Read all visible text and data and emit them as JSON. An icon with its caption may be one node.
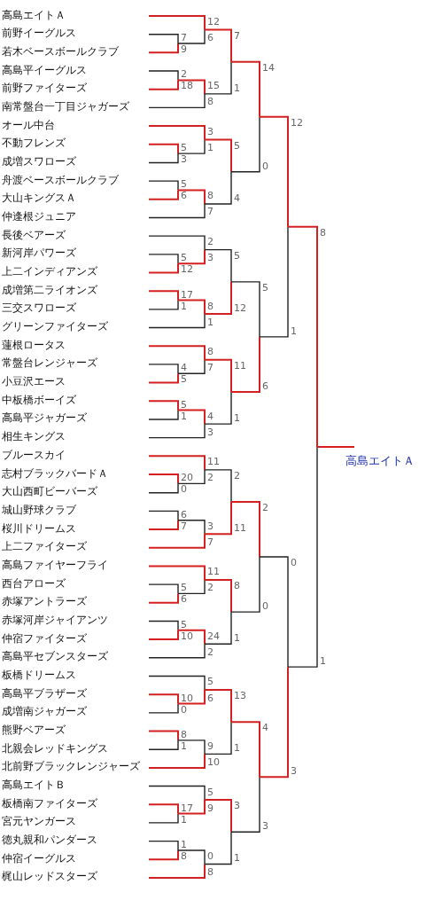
{
  "diagram": {
    "nodes": [
      {
        "text": [
          "高島エイトＡ"
        ]
      },
      {
        "text": [
          "前野イーグルス"
        ]
      },
      {
        "text": [
          "若木ベースボールクラブ"
        ]
      },
      {
        "text": [
          "高島平イーグルス"
        ]
      },
      {
        "text": [
          "前野ファイターズ"
        ]
      },
      {
        "text": [
          "南常盤台一丁目ジャガーズ"
        ]
      },
      {
        "text": [
          "オール中台"
        ]
      },
      {
        "text": [
          "不動フレンズ"
        ]
      },
      {
        "text": [
          "成増スワローズ"
        ]
      },
      {
        "text": [
          "舟渡ベースボールクラブ"
        ]
      },
      {
        "text": [
          "大山キングスＡ"
        ]
      },
      {
        "text": [
          "仲逢根ジュニア"
        ]
      },
      {
        "text": [
          "長後ベアーズ"
        ]
      },
      {
        "text": [
          "新河岸パワーズ"
        ]
      },
      {
        "text": [
          "上二インディアンズ"
        ]
      },
      {
        "text": [
          "成増第二ライオンズ"
        ]
      },
      {
        "text": [
          "三交スワローズ"
        ]
      },
      {
        "text": [
          "グリーンファイターズ"
        ]
      },
      {
        "text": [
          "蓮根ロータス"
        ]
      },
      {
        "text": [
          "常盤台レンジャーズ"
        ]
      },
      {
        "text": [
          "小豆沢エース"
        ]
      },
      {
        "text": [
          "中板橋ボーイズ"
        ]
      },
      {
        "text": [
          "高島平ジャガーズ"
        ]
      },
      {
        "text": [
          "相生キングス"
        ]
      },
      {
        "text": [
          "ブルースカイ"
        ]
      },
      {
        "text": [
          "志村ブラックバードＡ"
        ]
      },
      {
        "text": [
          "大山西町ビーバーズ"
        ]
      },
      {
        "text": [
          "城山野球クラブ"
        ]
      },
      {
        "text": [
          "桜川ドリームス"
        ]
      },
      {
        "text": [
          "上二ファイターズ"
        ]
      },
      {
        "text": [
          "高島ファイヤーフライ"
        ]
      },
      {
        "text": [
          "西台アローズ"
        ]
      },
      {
        "text": [
          "赤塚アントラーズ"
        ]
      },
      {
        "text": [
          "赤塚河岸ジャイアンツ"
        ]
      },
      {
        "text": [
          "仲宿ファイターズ"
        ]
      },
      {
        "text": [
          "高島平セブンスターズ"
        ]
      },
      {
        "text": [
          "板橋ドリームス"
        ]
      },
      {
        "text": [
          "高島平ブラザーズ"
        ]
      },
      {
        "text": [
          "成増南ジャガーズ"
        ]
      },
      {
        "text": [
          "熊野ベアーズ"
        ]
      },
      {
        "text": [
          "北親会レッドキングス"
        ]
      },
      {
        "text": [
          "北前野ブラックレンジャーズ"
        ]
      },
      {
        "text": [
          "高島エイトＢ"
        ]
      },
      {
        "text": [
          "板橋南ファイターズ"
        ]
      },
      {
        "text": [
          "宮元ヤンガース"
        ]
      },
      {
        "text": [
          "徳丸親和パンダース"
        ]
      },
      {
        "text": [
          "仲宿イーグルス"
        ]
      },
      {
        "text": [
          "梶山レッドスターズ"
        ]
      },
      {
        "text": [
          "高島エイトＡ"
        ]
      }
    ],
    "labels": [
      "7",
      "9",
      "12",
      "6",
      "2",
      "18",
      "15",
      "8",
      "7",
      "1",
      "5",
      "3",
      "3",
      "1",
      "5",
      "6",
      "8",
      "7",
      "5",
      "4",
      "14",
      "0",
      "5",
      "12",
      "2",
      "3",
      "17",
      "1",
      "8",
      "1",
      "5",
      "12",
      "4",
      "5",
      "8",
      "7",
      "5",
      "1",
      "4",
      "3",
      "11",
      "1",
      "5",
      "6",
      "12",
      "1",
      "20",
      "0",
      "11",
      "2",
      "6",
      "7",
      "3",
      "7",
      "2",
      "11",
      "5",
      "6",
      "11",
      "2",
      "5",
      "10",
      "24",
      "2",
      "8",
      "1",
      "2",
      "0",
      "10",
      "0",
      "5",
      "6",
      "8",
      "1",
      "9",
      "10",
      "13",
      "1",
      "17",
      "1",
      "5",
      "9",
      "1",
      "8",
      "0",
      "8",
      "3",
      "1",
      "4",
      "3",
      "0",
      "3",
      "8",
      "1"
    ]
  }
}
